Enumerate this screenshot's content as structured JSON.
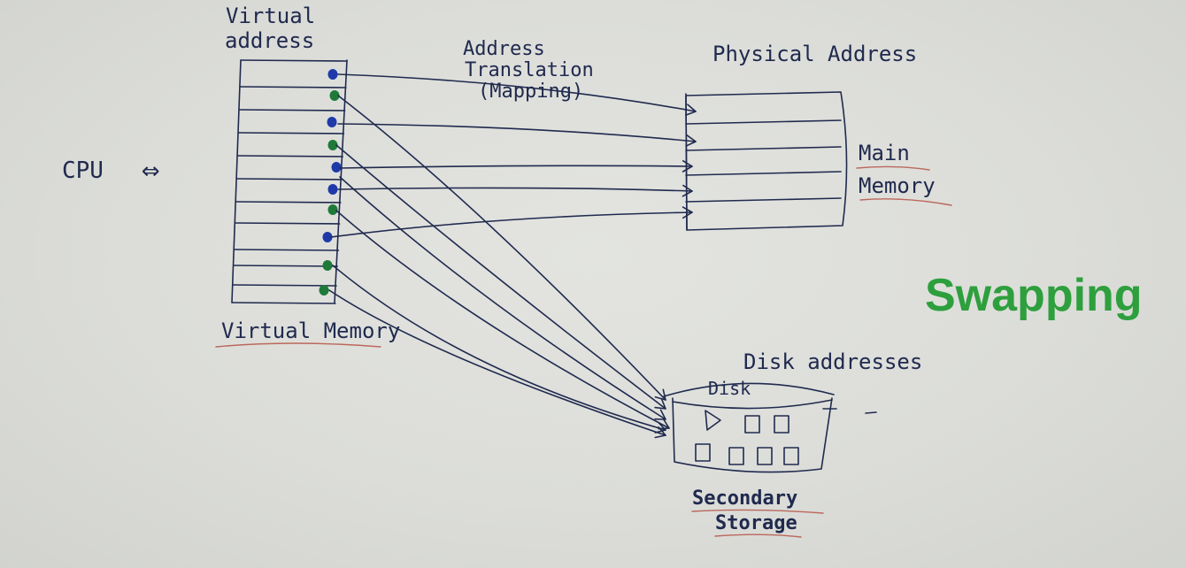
{
  "diagram": {
    "title": "Swapping",
    "title_color": "#2e9f3d",
    "ink_color": "#202a4e",
    "dot_colors": {
      "blue": "#1f3aa8",
      "green": "#1f7a3a"
    },
    "labels": {
      "virtual_address_line1": "Virtual",
      "virtual_address_line2": "address",
      "address_translation_line1": "Address",
      "address_translation_line2": "Translation",
      "address_translation_line3": "(Mapping)",
      "physical_address": "Physical Address",
      "cpu": "CPU",
      "cpu_arrow": "⇔",
      "main_memory_line1": "Main",
      "main_memory_line2": "Memory",
      "virtual_memory": "Virtual Memory",
      "disk_addresses": "Disk addresses",
      "disk": "Disk",
      "secondary_storage_line1": "Secondary",
      "secondary_storage_line2": "Storage"
    }
  }
}
